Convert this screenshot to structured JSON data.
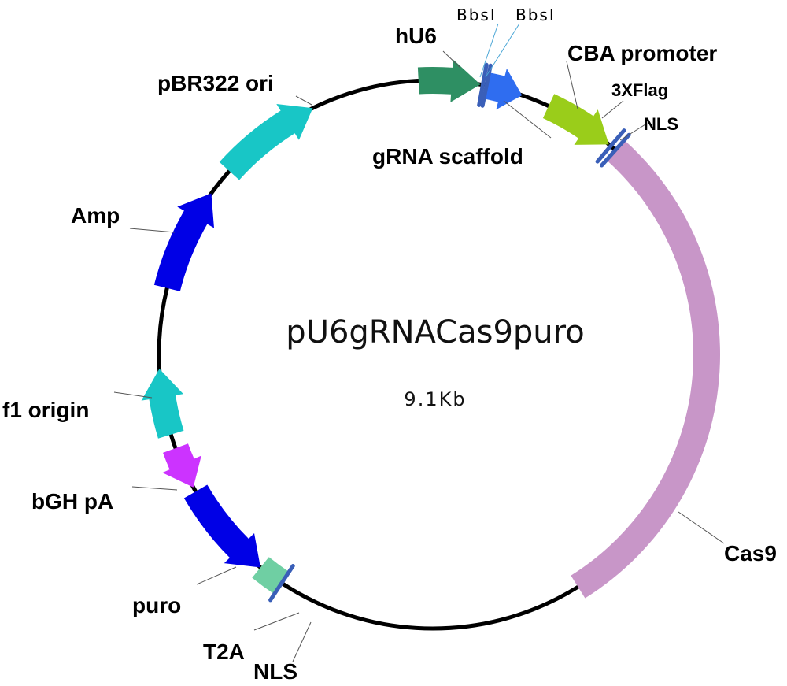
{
  "plasmid": {
    "name": "pU6gRNACas9puro",
    "size": "9.1Kb"
  },
  "features": [
    {
      "id": "hu6",
      "label": "hU6",
      "start": 357,
      "end": 10,
      "color": "#2e8f63",
      "arrow": true
    },
    {
      "id": "grna",
      "label": "gRNA scaffold",
      "start": 11.5,
      "end": 19,
      "color": "#2f6df0",
      "arrow": true
    },
    {
      "id": "cba",
      "label": "CBA promoter",
      "start": 25,
      "end": 40,
      "color": "#9acd1a",
      "arrow": true
    },
    {
      "id": "cas9",
      "label": "Cas9",
      "start": 42,
      "end": 148,
      "color": "#c896c8",
      "arrow": false
    },
    {
      "id": "t2a",
      "label": "T2A",
      "start": 213.5,
      "end": 219,
      "color": "#6fcfa3",
      "arrow": false
    },
    {
      "id": "puro",
      "label": "puro",
      "start": 219,
      "end": 240,
      "color": "#0000e6",
      "arrow": true,
      "reverse": true
    },
    {
      "id": "bgh",
      "label": "bGH pA",
      "start": 241,
      "end": 250,
      "color": "#cc33ff",
      "arrow": true,
      "reverse": true
    },
    {
      "id": "f1",
      "label": "f1 origin",
      "start": 253,
      "end": 267,
      "color": "#18c6c6",
      "arrow": true
    },
    {
      "id": "amp",
      "label": "Amp",
      "start": 284,
      "end": 306,
      "color": "#0000e6",
      "arrow": true
    },
    {
      "id": "pbr",
      "label": "pBR322 ori",
      "start": 312,
      "end": 334,
      "color": "#18c6c6",
      "arrow": true
    }
  ],
  "sites": [
    {
      "id": "bbs1a",
      "label": "BbsI",
      "angle": 10.5
    },
    {
      "id": "bbs1b",
      "label": "BbsI",
      "angle": 11.3
    }
  ],
  "markers": [
    {
      "id": "flag",
      "label": "3XFlag",
      "angle": 40.5
    },
    {
      "id": "nls1",
      "label": "NLS",
      "angle": 41.8
    },
    {
      "id": "nls2",
      "label": "NLS",
      "angle": 213.5
    }
  ]
}
